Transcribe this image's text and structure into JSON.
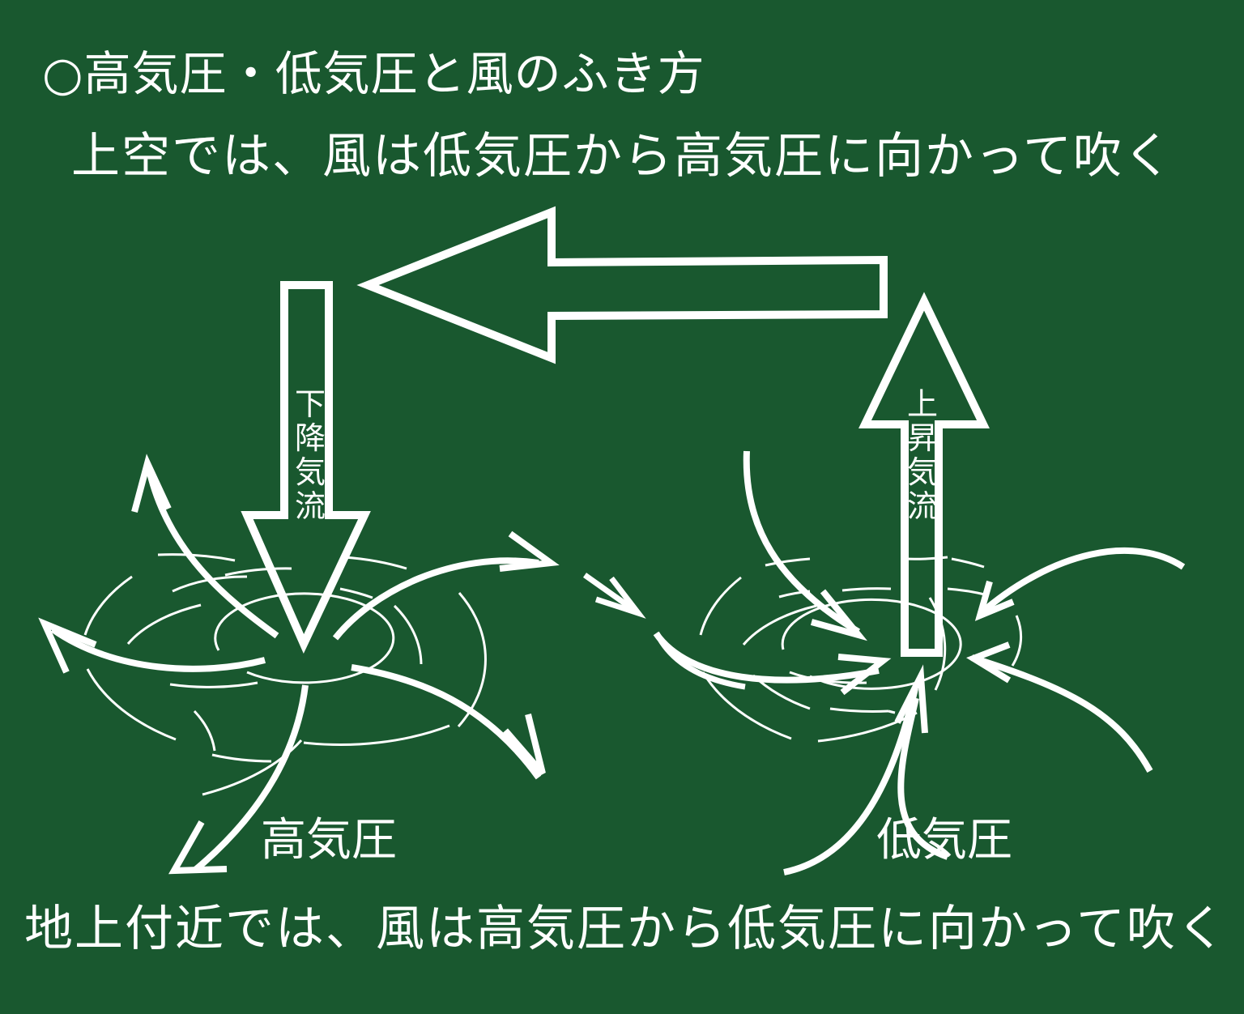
{
  "title": "○高気圧・低気圧と風のふき方",
  "upper_air_text": "上空では、風は低気圧から高気圧に向かって吹く",
  "ground_text": "地上付近では、風は高気圧から低気圧に向かって吹く",
  "high_pressure": {
    "label": "高気圧",
    "airflow_label": "下降気流",
    "airflow_direction": "down",
    "wind_direction": "outward, clockwise"
  },
  "low_pressure": {
    "label": "低気圧",
    "airflow_label": "上昇気流",
    "airflow_direction": "up",
    "wind_direction": "inward, counter-clockwise"
  },
  "upper_arrow": {
    "direction": "left",
    "meaning": "from low pressure to high pressure"
  },
  "colors": {
    "background": "#19582f",
    "foreground": "#ffffff"
  }
}
